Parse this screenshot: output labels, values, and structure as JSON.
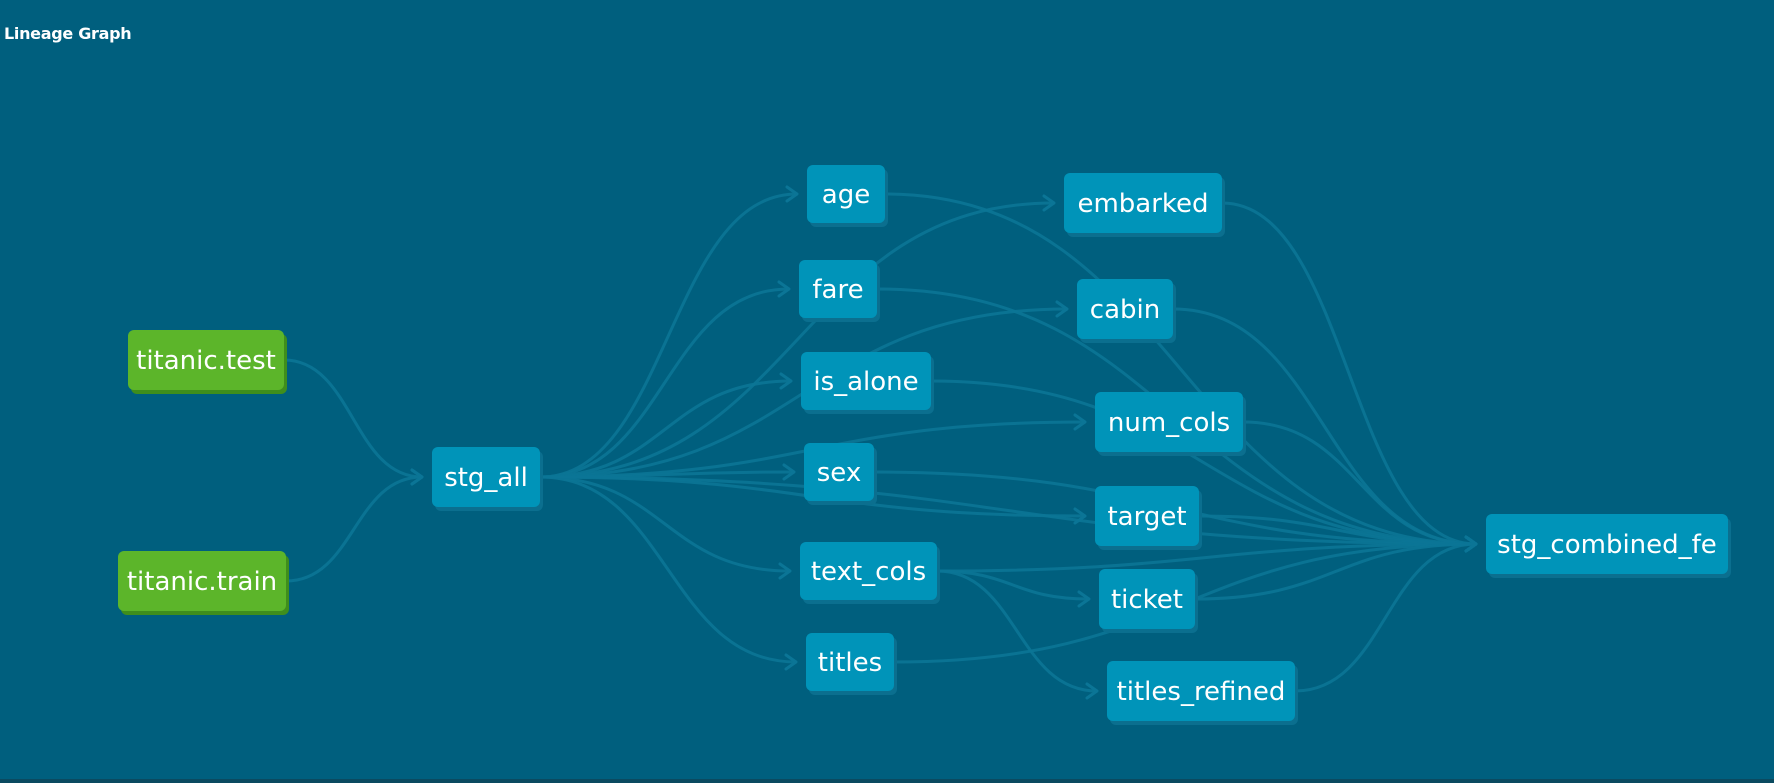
{
  "header": {
    "title": "Lineage Graph"
  },
  "colors": {
    "background": "#005f7e",
    "model_node": "#0094b9",
    "source_node": "#5cb52a",
    "edge": "#0b7596",
    "text": "#ffffff"
  },
  "nodes": [
    {
      "id": "titanic_test",
      "label": "titanic.test",
      "kind": "source"
    },
    {
      "id": "titanic_train",
      "label": "titanic.train",
      "kind": "source"
    },
    {
      "id": "stg_all",
      "label": "stg_all",
      "kind": "model"
    },
    {
      "id": "age",
      "label": "age",
      "kind": "model"
    },
    {
      "id": "fare",
      "label": "fare",
      "kind": "model"
    },
    {
      "id": "is_alone",
      "label": "is_alone",
      "kind": "model"
    },
    {
      "id": "sex",
      "label": "sex",
      "kind": "model"
    },
    {
      "id": "text_cols",
      "label": "text_cols",
      "kind": "model"
    },
    {
      "id": "titles",
      "label": "titles",
      "kind": "model"
    },
    {
      "id": "embarked",
      "label": "embarked",
      "kind": "model"
    },
    {
      "id": "cabin",
      "label": "cabin",
      "kind": "model"
    },
    {
      "id": "num_cols",
      "label": "num_cols",
      "kind": "model"
    },
    {
      "id": "target",
      "label": "target",
      "kind": "model"
    },
    {
      "id": "ticket",
      "label": "ticket",
      "kind": "model"
    },
    {
      "id": "titles_refined",
      "label": "titles_refined",
      "kind": "model"
    },
    {
      "id": "stg_combined_fe",
      "label": "stg_combined_fe",
      "kind": "model"
    }
  ],
  "edges": [
    [
      "titanic_test",
      "stg_all"
    ],
    [
      "titanic_train",
      "stg_all"
    ],
    [
      "stg_all",
      "age"
    ],
    [
      "stg_all",
      "fare"
    ],
    [
      "stg_all",
      "is_alone"
    ],
    [
      "stg_all",
      "sex"
    ],
    [
      "stg_all",
      "text_cols"
    ],
    [
      "stg_all",
      "titles"
    ],
    [
      "stg_all",
      "embarked"
    ],
    [
      "stg_all",
      "cabin"
    ],
    [
      "stg_all",
      "num_cols"
    ],
    [
      "stg_all",
      "target"
    ],
    [
      "stg_all",
      "stg_combined_fe"
    ],
    [
      "text_cols",
      "ticket"
    ],
    [
      "text_cols",
      "titles_refined"
    ],
    [
      "titles",
      "stg_combined_fe"
    ],
    [
      "age",
      "stg_combined_fe"
    ],
    [
      "fare",
      "stg_combined_fe"
    ],
    [
      "is_alone",
      "stg_combined_fe"
    ],
    [
      "sex",
      "stg_combined_fe"
    ],
    [
      "text_cols",
      "stg_combined_fe"
    ],
    [
      "embarked",
      "stg_combined_fe"
    ],
    [
      "cabin",
      "stg_combined_fe"
    ],
    [
      "num_cols",
      "stg_combined_fe"
    ],
    [
      "target",
      "stg_combined_fe"
    ],
    [
      "ticket",
      "stg_combined_fe"
    ],
    [
      "titles_refined",
      "stg_combined_fe"
    ]
  ]
}
